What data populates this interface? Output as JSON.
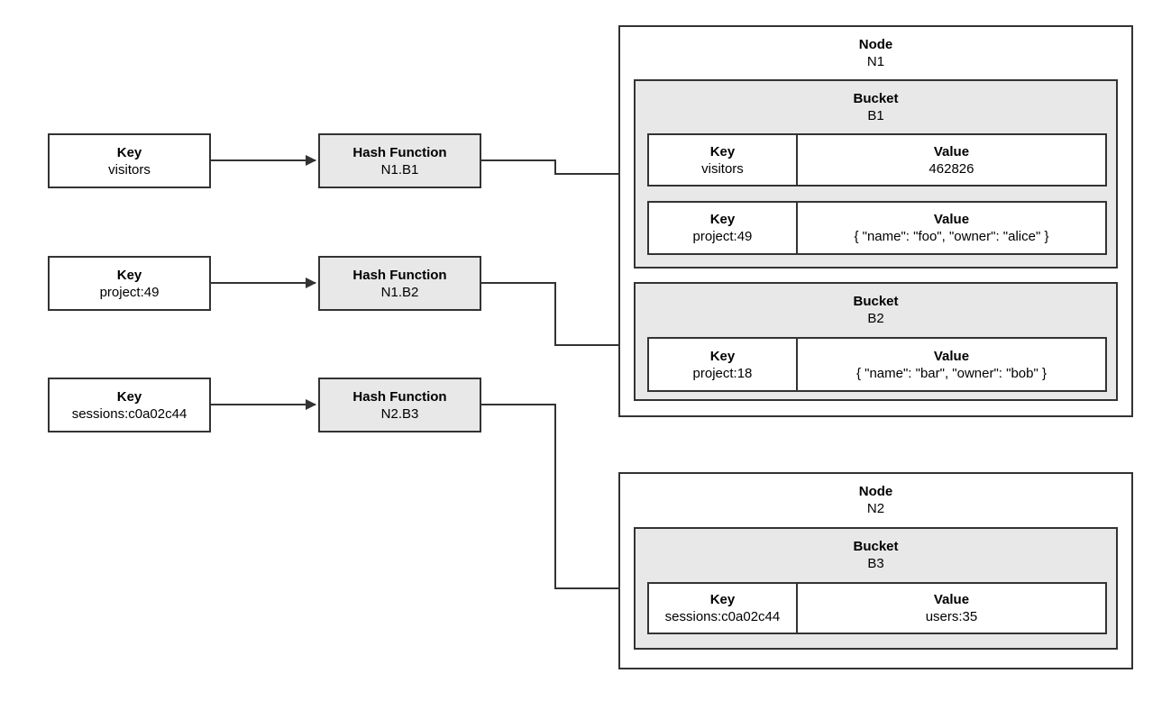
{
  "colors": {
    "background": "#ffffff",
    "box_fill_gray": "#e8e8e8",
    "box_fill_white": "#ffffff",
    "border": "#333333",
    "arrow": "#333333",
    "text": "#000000"
  },
  "keys": [
    {
      "label": "Key",
      "value": "visitors"
    },
    {
      "label": "Key",
      "value": "project:49"
    },
    {
      "label": "Key",
      "value": "sessions:c0a02c44"
    }
  ],
  "hash_functions": [
    {
      "label": "Hash Function",
      "value": "N1.B1"
    },
    {
      "label": "Hash Function",
      "value": "N1.B2"
    },
    {
      "label": "Hash Function",
      "value": "N2.B3"
    }
  ],
  "nodes": [
    {
      "label": "Node",
      "name": "N1",
      "buckets": [
        {
          "label": "Bucket",
          "name": "B1",
          "entries": [
            {
              "key_header": "Key",
              "key": "visitors",
              "value_header": "Value",
              "value": "462826"
            },
            {
              "key_header": "Key",
              "key": "project:49",
              "value_header": "Value",
              "value": "{ \"name\": \"foo\", \"owner\": \"alice\" }"
            }
          ]
        },
        {
          "label": "Bucket",
          "name": "B2",
          "entries": [
            {
              "key_header": "Key",
              "key": "project:18",
              "value_header": "Value",
              "value": "{ \"name\": \"bar\", \"owner\": \"bob\" }"
            }
          ]
        }
      ]
    },
    {
      "label": "Node",
      "name": "N2",
      "buckets": [
        {
          "label": "Bucket",
          "name": "B3",
          "entries": [
            {
              "key_header": "Key",
              "key": "sessions:c0a02c44",
              "value_header": "Value",
              "value": "users:35"
            }
          ]
        }
      ]
    }
  ]
}
